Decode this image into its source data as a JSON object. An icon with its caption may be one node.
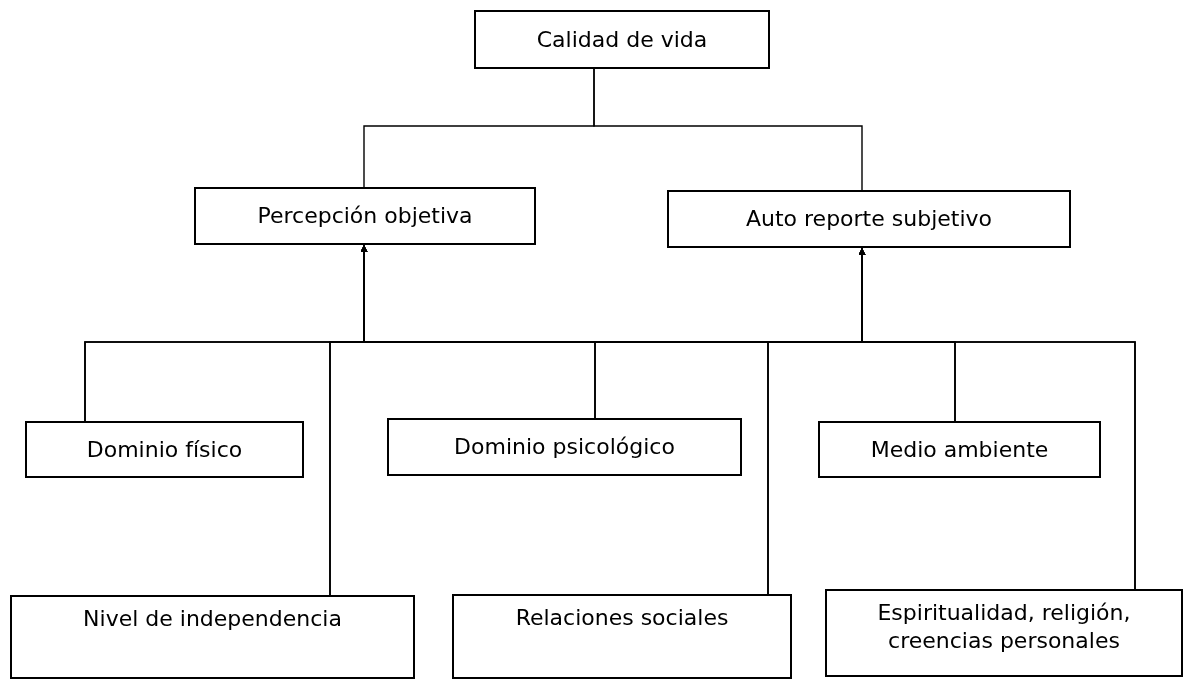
{
  "diagram": {
    "nodes": [
      {
        "text": [
          "Calidad de vida"
        ]
      },
      {
        "text": [
          "Percepción objetiva"
        ]
      },
      {
        "text": [
          "Auto reporte subjetivo"
        ]
      },
      {
        "text": [
          "Dominio físico"
        ]
      },
      {
        "text": [
          "Dominio psicológico"
        ]
      },
      {
        "text": [
          "Medio ambiente"
        ]
      },
      {
        "text": [
          "Nivel de independencia"
        ]
      },
      {
        "text": [
          "Relaciones sociales"
        ]
      },
      {
        "text": [
          "Espiritualidad, religión, creencias personales"
        ]
      }
    ],
    "edges": [
      {
        "from": 0,
        "to": 1,
        "arrow": "none"
      },
      {
        "from": 0,
        "to": 2,
        "arrow": "none"
      },
      {
        "from": 3,
        "to": 1,
        "arrow": "to"
      },
      {
        "from": 3,
        "to": 2,
        "arrow": "to"
      },
      {
        "from": 4,
        "to": 1,
        "arrow": "to"
      },
      {
        "from": 4,
        "to": 2,
        "arrow": "to"
      },
      {
        "from": 5,
        "to": 1,
        "arrow": "to"
      },
      {
        "from": 5,
        "to": 2,
        "arrow": "to"
      },
      {
        "from": 6,
        "to": 1,
        "arrow": "to"
      },
      {
        "from": 6,
        "to": 2,
        "arrow": "to"
      },
      {
        "from": 7,
        "to": 1,
        "arrow": "to"
      },
      {
        "from": 7,
        "to": 2,
        "arrow": "to"
      },
      {
        "from": 8,
        "to": 1,
        "arrow": "to"
      },
      {
        "from": 8,
        "to": 2,
        "arrow": "to"
      }
    ]
  }
}
